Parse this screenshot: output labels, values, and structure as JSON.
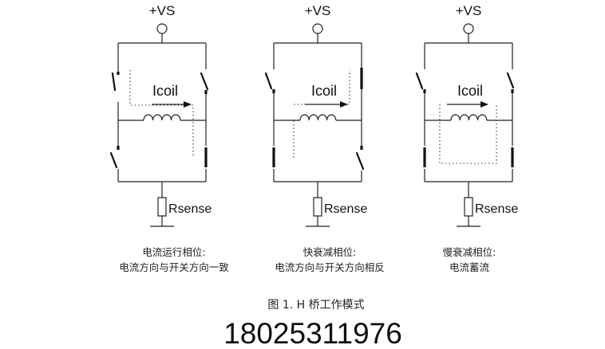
{
  "circuits": [
    {
      "supply_label": "+VS",
      "coil_label": "Icoil",
      "sense_label": "Rsense",
      "caption_line1": "电流运行相位:",
      "caption_line2": "电流方向与开关方向一致"
    },
    {
      "supply_label": "+VS",
      "coil_label": "Icoil",
      "sense_label": "Rsense",
      "caption_line1": "快衰减相位:",
      "caption_line2": "电流方向与开关方向相反"
    },
    {
      "supply_label": "+VS",
      "coil_label": "Icoil",
      "sense_label": "Rsense",
      "caption_line1": "慢衰减相位:",
      "caption_line2": "电流蓄流"
    }
  ],
  "figure_caption": "图 1. H 桥工作模式",
  "footer_number": "18025311976"
}
